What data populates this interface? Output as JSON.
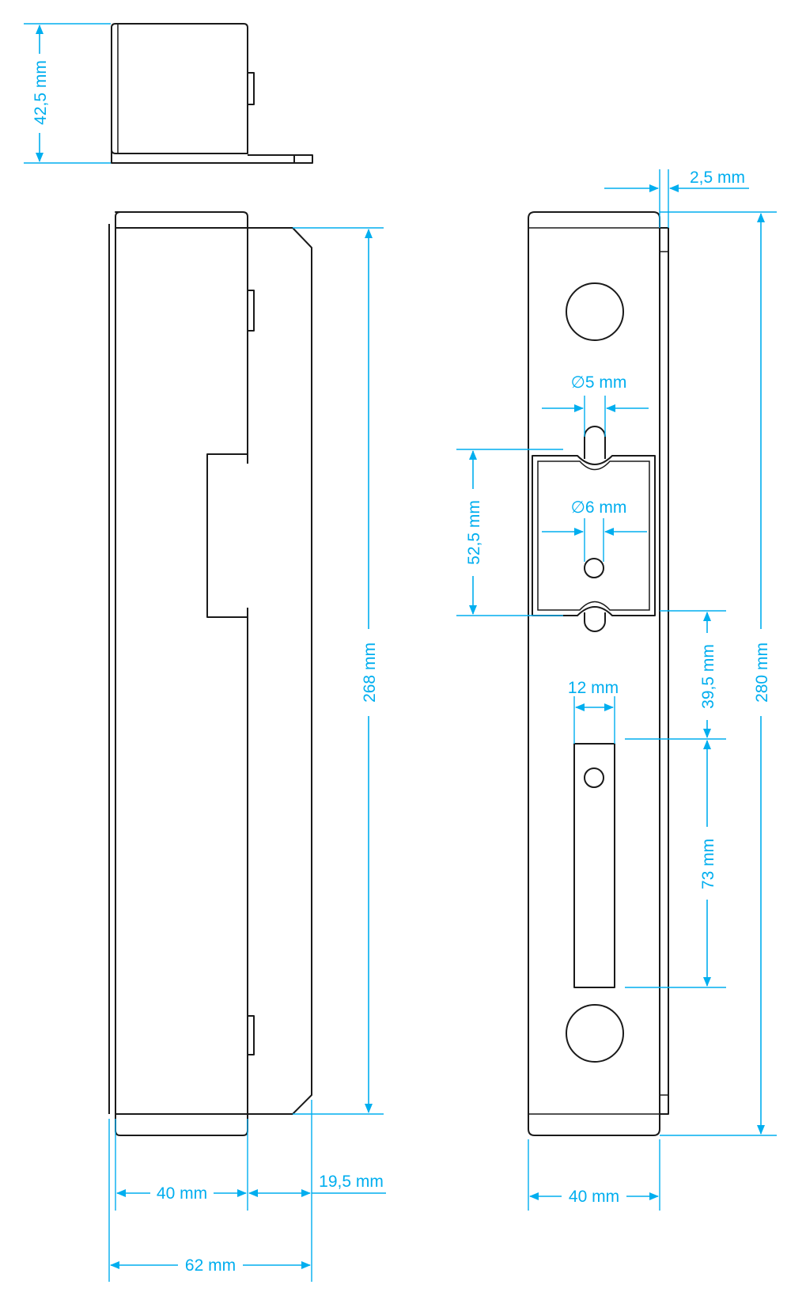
{
  "dimensions": {
    "top_height": "42,5 mm",
    "side_height": "268 mm",
    "side_width_body": "40 mm",
    "side_width_step": "19,5 mm",
    "side_total_width": "62 mm",
    "front_plate_thickness": "2,5 mm",
    "front_total_height": "280 mm",
    "front_hole_small": "∅5 mm",
    "front_hole_large": "∅6 mm",
    "front_cutout_height": "52,5 mm",
    "front_offset": "39,5 mm",
    "front_slot_height": "73 mm",
    "front_slot_width": "12 mm",
    "front_width": "40 mm"
  },
  "colors": {
    "dimension": "#00aeef",
    "outline": "#1a1a1a",
    "background": "#ffffff"
  }
}
